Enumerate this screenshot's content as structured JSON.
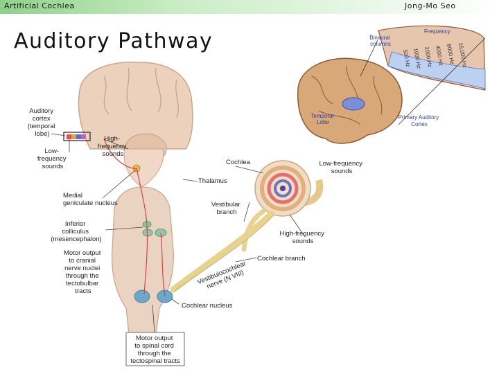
{
  "header": {
    "left_text": "Artificial Cochlea",
    "right_text": "Jong-Mo Seo"
  },
  "slide": {
    "title": "Auditory Pathway"
  },
  "figure": {
    "labels": {
      "auditory_cortex": [
        "Auditory",
        "cortex",
        "(temporal",
        "lobe)"
      ],
      "low_freq_sounds_left": [
        "Low-",
        "frequency",
        "sounds"
      ],
      "high_freq_sounds_left": [
        "High-",
        "frequency",
        "sounds"
      ],
      "medial_geniculate": [
        "Medial",
        "geniculate nucleus"
      ],
      "thalamus": "Thalamus",
      "inferior_colliculus": [
        "Inferior",
        "colliculus",
        "(mesencephalon)"
      ],
      "motor_output_cranial": [
        "Motor output",
        "to cranial",
        "nerve nuclei",
        "through the",
        "tectobulbar",
        "tracts"
      ],
      "motor_output_spinal": [
        "Motor output",
        "to spinal cord",
        "through  the",
        "tectospinal tracts"
      ],
      "cochlea": "Cochlea",
      "low_freq_sounds_right": [
        "Low-frequency",
        "sounds"
      ],
      "vestibular_branch": [
        "Vestibular",
        "branch"
      ],
      "high_freq_sounds_right": [
        "High-frequency",
        "sounds"
      ],
      "cochlear_branch": "Cochlear branch",
      "vestibulocochlear_nerve": [
        "Vestibulocochlear",
        "nerve (N VIII)"
      ],
      "cochlear_nucleus": "Cochlear nucleus"
    },
    "inset": {
      "frequency": "Frequency",
      "binaural": [
        "Binaural",
        "columns"
      ],
      "temporal_lobe": [
        "Temporal",
        "Lobe"
      ],
      "primary_auditory_cortex": [
        "Primary Auditory",
        "Cortex"
      ],
      "freq_values": [
        "500 Hz",
        "1000 Hz",
        "2000 Hz",
        "4000 Hz",
        "8000 Hz",
        "16,000 Hz"
      ]
    }
  }
}
